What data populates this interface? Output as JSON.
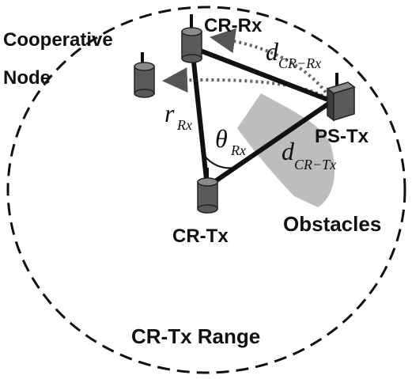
{
  "labels": {
    "cr_rx": "CR-Rx",
    "cooperative_line1": "Cooperative",
    "cooperative_line2": "Node",
    "ps_tx": "PS-Tx",
    "cr_tx": "CR-Tx",
    "obstacles": "Obstacles",
    "range": "CR-Tx Range"
  },
  "math": {
    "d_cr_rx_main": "d",
    "d_cr_rx_sub": "CR−Rx",
    "d_cr_tx_main": "d",
    "d_cr_tx_sub": "CR−Tx",
    "r_rx_main": "r",
    "r_rx_sub": "Rx",
    "theta_main": "θ",
    "theta_sub": "Rx"
  },
  "colors": {
    "node_fill": "#5a5a5a",
    "node_top": "#8a8a8a",
    "line": "#111111",
    "dotted": "#666666",
    "obstacle": "#bdbdbd"
  }
}
